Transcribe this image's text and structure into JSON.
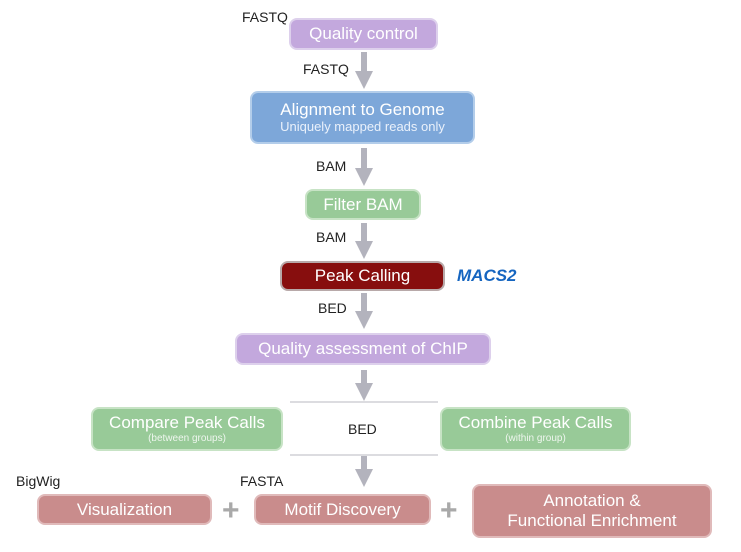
{
  "nodes": {
    "qc": {
      "title": "Quality control"
    },
    "align": {
      "title": "Alignment to Genome",
      "subtitle": "Uniquely mapped reads only"
    },
    "filter": {
      "title": "Filter BAM"
    },
    "peak": {
      "title": "Peak Calling",
      "tool": "MACS2"
    },
    "qa": {
      "title": "Quality assessment of ChIP"
    },
    "compare": {
      "title": "Compare Peak Calls",
      "subtitle": "(between groups)"
    },
    "combine": {
      "title": "Combine Peak Calls",
      "subtitle": "(within group)"
    },
    "vis": {
      "title": "Visualization"
    },
    "motif": {
      "title": "Motif Discovery"
    },
    "annot": {
      "title_line1": "Annotation &",
      "title_line2": "Functional Enrichment"
    }
  },
  "edge_labels": {
    "input": "FASTQ",
    "qc_to_align": "FASTQ",
    "align_to_filter": "BAM",
    "filter_to_peak": "BAM",
    "peak_to_qa": "BED",
    "compare_combine": "BED",
    "bigwig": "BigWig",
    "fasta": "FASTA"
  },
  "connectors": {
    "plus": "+"
  },
  "colors": {
    "purple": "#c3a8dd",
    "blue": "#7da7d9",
    "green": "#98ca98",
    "dark_red": "#870e0e",
    "pink": "#c98c8c",
    "arrow": "#b3b3bd",
    "tool": "#1565c0"
  }
}
